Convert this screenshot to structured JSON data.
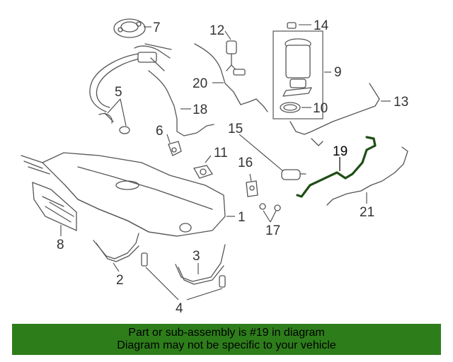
{
  "callouts": [
    "1",
    "2",
    "3",
    "4",
    "5",
    "6",
    "7",
    "8",
    "9",
    "10",
    "11",
    "12",
    "13",
    "14",
    "15",
    "16",
    "17",
    "18",
    "19",
    "20",
    "21"
  ],
  "highlight_part": "19",
  "colors": {
    "banner_bg": "#2e7d1b",
    "highlight_line": "#1f4d16",
    "line": "#555555"
  },
  "banner": {
    "line1": "Part or sub-assembly is #19 in diagram",
    "line2": "Diagram may not be specific to your vehicle"
  }
}
